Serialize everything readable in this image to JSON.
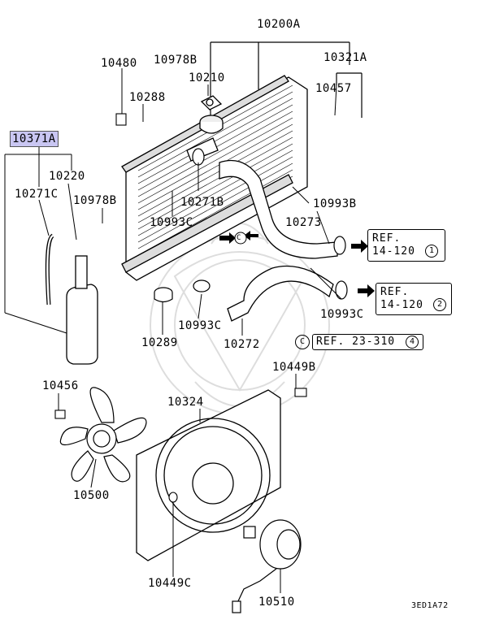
{
  "diagram": {
    "part_labels": {
      "p10200A": "10200A",
      "p10480": "10480",
      "p10978B_top": "10978B",
      "p10321A": "10321A",
      "p10210": "10210",
      "p10457": "10457",
      "p10288": "10288",
      "p10371A": "10371A",
      "p10220": "10220",
      "p10271C": "10271C",
      "p10978B_left": "10978B",
      "p10271B": "10271B",
      "p10993B": "10993B",
      "p10993C_top": "10993C",
      "p10273": "10273",
      "p10993C_mid": "10993C",
      "p10289": "10289",
      "p10993C_lower": "10993C",
      "p10272": "10272",
      "p10449B": "10449B",
      "p10456": "10456",
      "p10324": "10324",
      "p10500": "10500",
      "p10449C": "10449C",
      "p10510": "10510"
    },
    "references": {
      "ref1_line1": "REF.",
      "ref1_line2": "14-120",
      "ref1_num": "1",
      "ref2_line1": "REF.",
      "ref2_line2": "14-120",
      "ref2_num": "2",
      "ref3_marker": "C",
      "ref3_text": "REF. 23-310",
      "ref3_num": "4",
      "marker_c_inline": "C"
    },
    "diagram_code": "3ED1A72"
  }
}
